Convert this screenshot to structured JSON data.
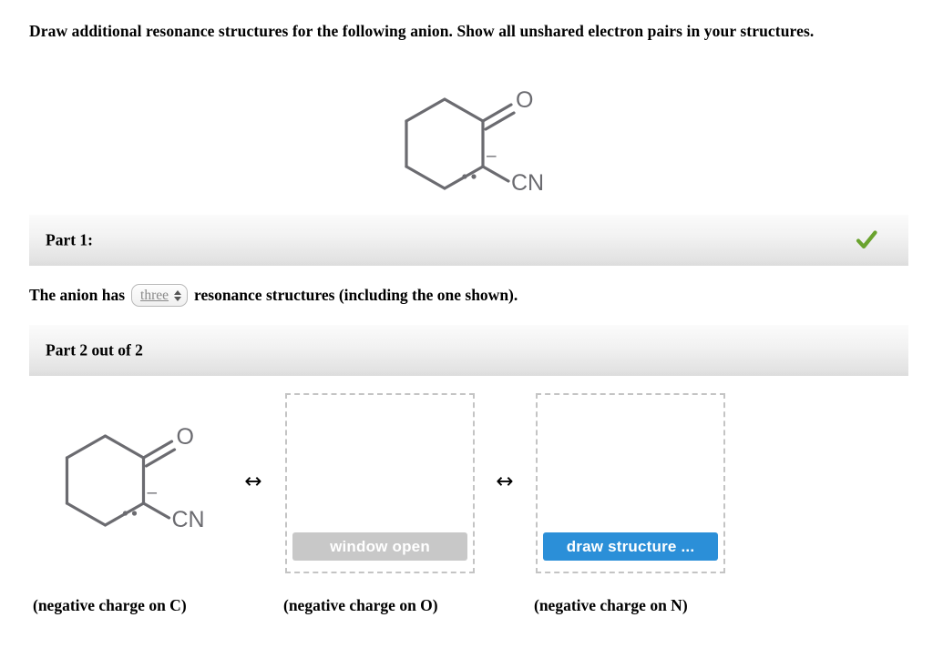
{
  "prompt": {
    "text": "Draw additional resonance structures for the following anion. Show all unshared electron pairs in your structures."
  },
  "molecule": {
    "oxygen_label": "O",
    "cyano_label": "CN",
    "charge_label": "–",
    "lone_pair": "··",
    "description": "2-oxocyclohexane-1-carbonitrile carbanion"
  },
  "part1": {
    "label": "Part 1:",
    "status_icon": "check-icon",
    "status_color": "#6aa32e",
    "sentence_before": "The anion has",
    "sentence_after": "resonance structures (including the one shown).",
    "spinner": {
      "value": "three",
      "up_arrow": "▲",
      "down_arrow": "▼"
    }
  },
  "part2": {
    "label": "Part 2 out of 2",
    "resonance_arrow": "↔",
    "structures": [
      {
        "caption": "(negative charge on C)",
        "kind": "drawn-molecule"
      },
      {
        "caption": "(negative charge on O)",
        "kind": "empty-box",
        "button_label": "window open",
        "button_state": "disabled",
        "button_color": "#c8c8c8"
      },
      {
        "caption": "(negative charge on N)",
        "kind": "empty-box",
        "button_label": "draw structure ...",
        "button_state": "enabled",
        "button_color": "#2b8fd8"
      }
    ]
  },
  "colors": {
    "bond": "#6b6b70",
    "bar_top": "#fbfbfb",
    "bar_bottom": "#dcdcdc",
    "dashed_border": "#c4c4c4"
  }
}
